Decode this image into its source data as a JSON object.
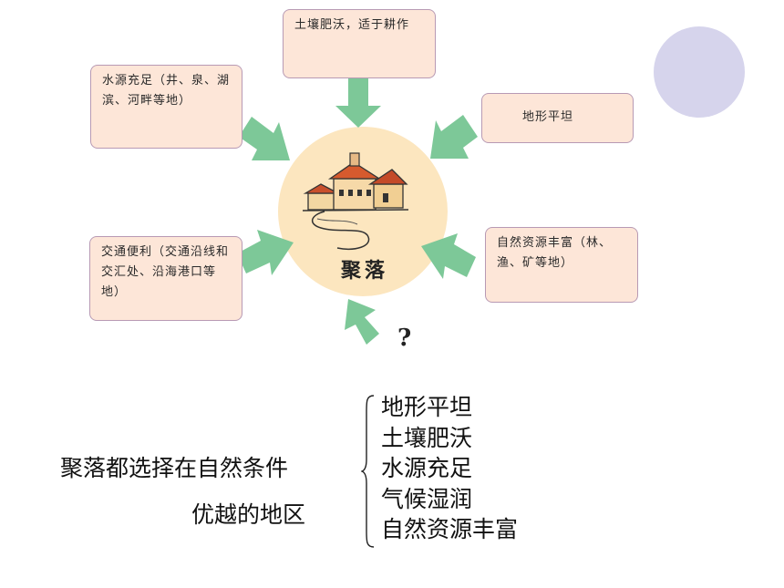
{
  "center": {
    "label": "聚落"
  },
  "boxes": {
    "fertile": "土壤肥沃，适于耕作",
    "water": "水源充足（井、泉、湖滨、河畔等地）",
    "flat": "地形平坦",
    "transport": "交通便利（交通沿线和交汇处、沿海港口等地）",
    "resources": "自然资源丰富（林、渔、矿等地）"
  },
  "question_mark": "?",
  "summary": {
    "line1": "聚落都选择在自然条件",
    "line2": "优越的地区",
    "conditions": [
      "地形平坦",
      "土壤肥沃",
      "水源充足",
      "气候湿润",
      "自然资源丰富"
    ]
  },
  "colors": {
    "arrow": "#7dc898",
    "box_fill": "#fde6d8",
    "box_border": "#b89ab4",
    "center_fill": "#fce6bf",
    "deco_circle": "#d6d4ec"
  }
}
